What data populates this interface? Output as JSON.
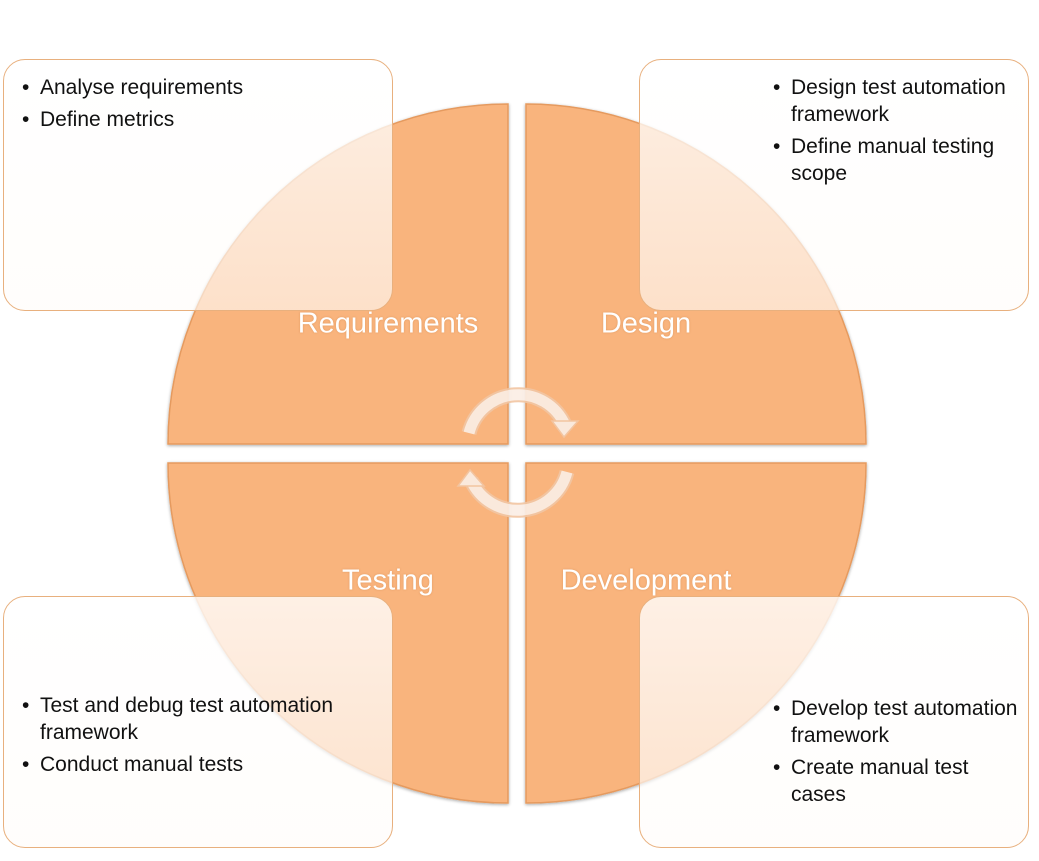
{
  "quadrants": [
    {
      "key": "requirements",
      "label": "Requirements",
      "bullets": [
        "Analyse requirements",
        "Define metrics"
      ]
    },
    {
      "key": "design",
      "label": "Design",
      "bullets": [
        "Design test automation framework",
        "Define manual testing scope"
      ]
    },
    {
      "key": "testing",
      "label": "Testing",
      "bullets": [
        "Test and debug test automation framework",
        "Conduct manual tests"
      ]
    },
    {
      "key": "development",
      "label": "Development",
      "bullets": [
        "Develop test automation framework",
        "Create manual test cases"
      ]
    }
  ],
  "colors": {
    "quadrant_fill": "#f9b47d",
    "quadrant_edge": "#e59a5e",
    "box_border": "#e8b07e",
    "arrow_fill": "#fbeee5",
    "label_text": "#ffffff"
  },
  "icons": {
    "cycle_arrows": "circular-arrows-icon"
  }
}
